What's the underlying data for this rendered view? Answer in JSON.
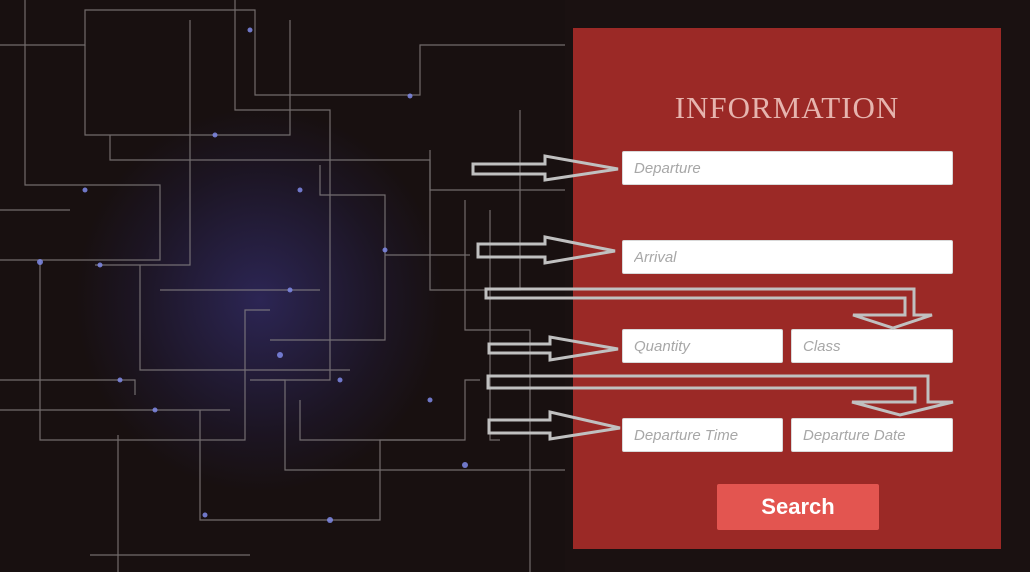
{
  "form": {
    "title": "INFORMATION",
    "departure_placeholder": "Departure",
    "arrival_placeholder": "Arrival",
    "quantity_placeholder": "Quantity",
    "class_placeholder": "Class",
    "departure_time_placeholder": "Departure Time",
    "departure_date_placeholder": "Departure Date",
    "search_label": "Search"
  },
  "colors": {
    "panel": "#9b2926",
    "button": "#e35550",
    "title_text": "#e6b4ae",
    "background": "#1a1111"
  },
  "icons": [
    "circuit-background",
    "arrow-right-icon",
    "arrow-down-right-icon"
  ]
}
